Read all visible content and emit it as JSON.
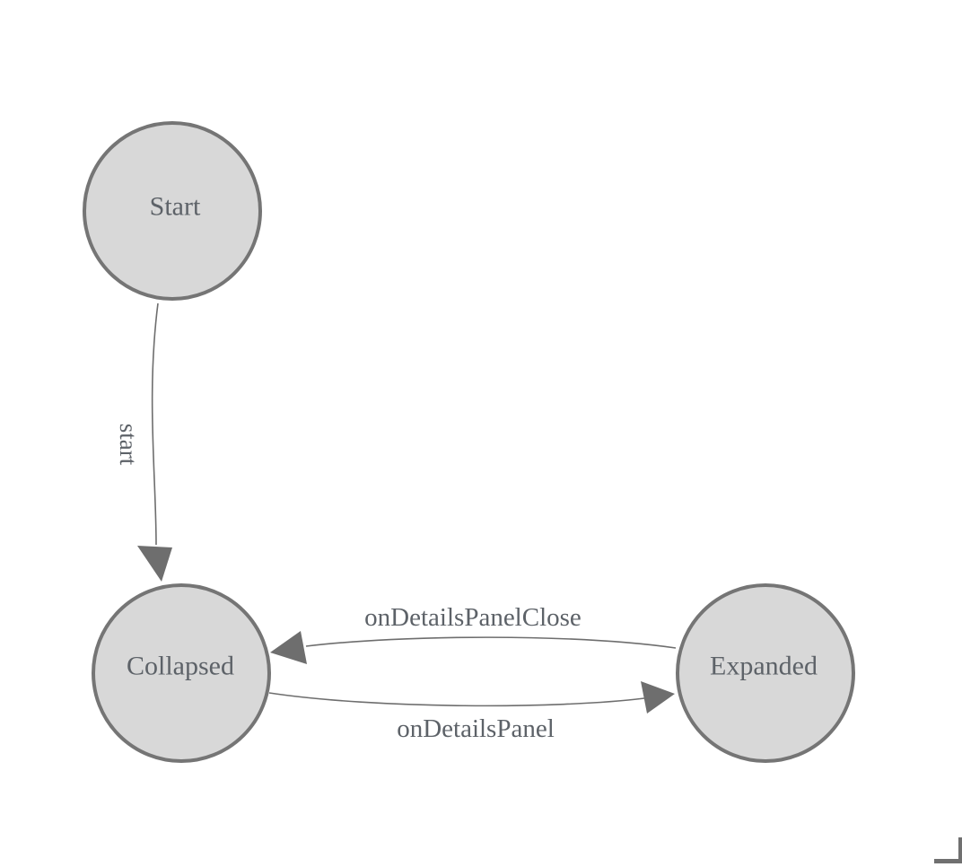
{
  "diagram": {
    "type": "state-machine-diagram",
    "nodes": [
      {
        "id": "start",
        "label": "Start"
      },
      {
        "id": "collapsed",
        "label": "Collapsed"
      },
      {
        "id": "expanded",
        "label": "Expanded"
      }
    ],
    "edges": [
      {
        "from": "Start",
        "to": "Collapsed",
        "label": "start"
      },
      {
        "from": "Expanded",
        "to": "Collapsed",
        "label": "onDetailsPanelClose"
      },
      {
        "from": "Collapsed",
        "to": "Expanded",
        "label": "onDetailsPanel"
      }
    ],
    "colors": {
      "background": "#ffffff",
      "node_fill": "#d8d8d8",
      "node_border": "#757575",
      "edge_line": "#6e6e6e",
      "arrowhead": "#6e6e6e",
      "label_text": "#5d6268",
      "scrollbar": "#707070"
    }
  }
}
